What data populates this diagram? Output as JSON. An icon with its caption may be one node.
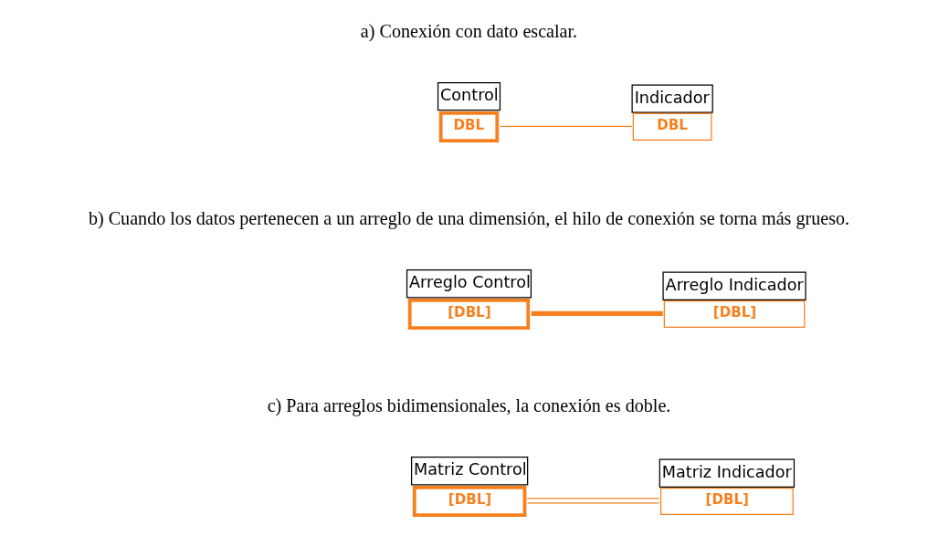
{
  "diagram": {
    "nodes": [
      {
        "text": [
          "Control",
          "DBL"
        ]
      },
      {
        "text": [
          "Indicador",
          "DBL"
        ]
      },
      {
        "text": [
          "Arreglo Control",
          "[DBL]"
        ]
      },
      {
        "text": [
          "Arreglo Indicador",
          "[DBL]"
        ]
      },
      {
        "text": [
          "Matriz Control",
          "[DBL]"
        ]
      },
      {
        "text": [
          "Matriz Indicador",
          "[DBL]"
        ]
      }
    ],
    "edges": [
      {
        "from": 0,
        "to": 1,
        "arrow": "none"
      },
      {
        "from": 2,
        "to": 3,
        "arrow": "none",
        "style": "thick"
      },
      {
        "from": 4,
        "to": 5,
        "arrow": "none"
      }
    ],
    "labels": [
      "a) Conexión con dato escalar.",
      "b) Cuando los datos pertenecen a un arreglo de una dimensión, el hilo de conexión se torna más grueso.",
      "c) Para arreglos bidimensionales, la conexión es doble."
    ]
  }
}
